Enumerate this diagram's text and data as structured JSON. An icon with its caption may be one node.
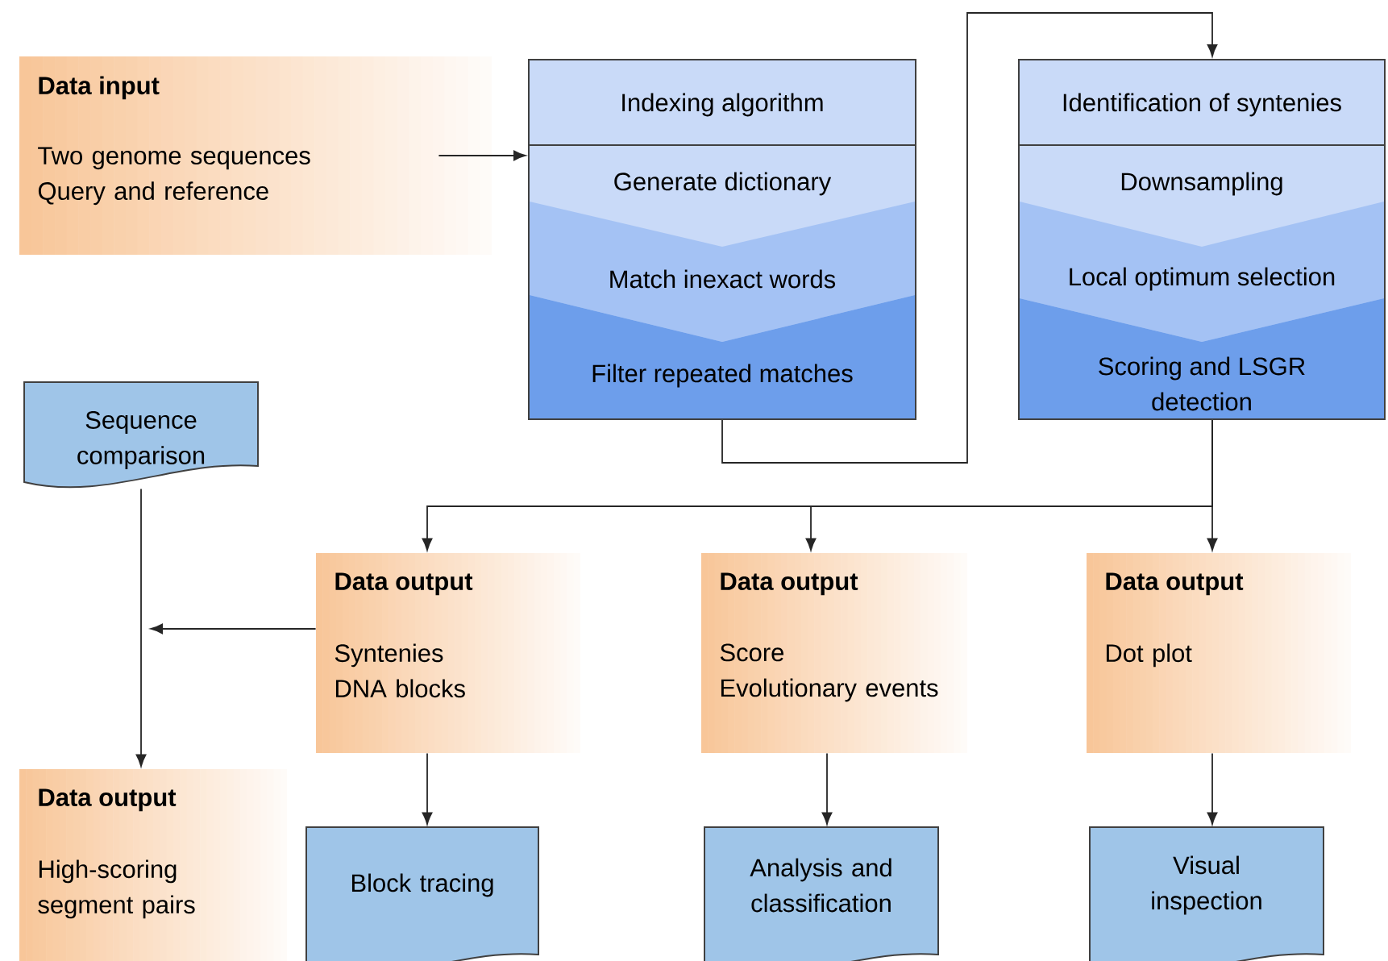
{
  "diagram": {
    "nodes": [
      {
        "text": [
          "Data input",
          "Two genome sequences",
          "Query and reference"
        ]
      },
      {
        "text": [
          "Indexing algorithm"
        ]
      },
      {
        "text": [
          "Generate dictionary"
        ],
        "in": 1
      },
      {
        "text": [
          "Match inexact words"
        ],
        "in": 1
      },
      {
        "text": [
          "Filter repeated matches"
        ],
        "in": 1
      },
      {
        "text": [
          "Identification of syntenies"
        ]
      },
      {
        "text": [
          "Downsampling"
        ],
        "in": 5
      },
      {
        "text": [
          "Local optimum selection"
        ],
        "in": 5
      },
      {
        "text": [
          "Scoring and LSGR detection"
        ],
        "in": 5
      },
      {
        "text": [
          "Sequence comparison"
        ]
      },
      {
        "text": [
          "Data output",
          "Syntenies",
          "DNA blocks"
        ]
      },
      {
        "text": [
          "Data output",
          "Score",
          "Evolutionary events"
        ]
      },
      {
        "text": [
          "Data output",
          "Dot plot"
        ]
      },
      {
        "text": [
          "Data output",
          "High-scoring segment pairs"
        ]
      },
      {
        "text": [
          "Block tracing"
        ]
      },
      {
        "text": [
          "Analysis and classification"
        ]
      },
      {
        "text": [
          "Visual inspection"
        ]
      }
    ],
    "edges": [
      {
        "from": 0,
        "to": 1,
        "arrow": "to"
      },
      {
        "from": 1,
        "to": 5,
        "arrow": "to"
      },
      {
        "from": 5,
        "to": 10,
        "arrow": "to"
      },
      {
        "from": 5,
        "to": 11,
        "arrow": "to"
      },
      {
        "from": 5,
        "to": 12,
        "arrow": "to"
      },
      {
        "from": 10,
        "to": null,
        "arrow": "to"
      },
      {
        "from": 9,
        "to": 13,
        "arrow": "to"
      },
      {
        "from": 10,
        "to": 14,
        "arrow": "to"
      },
      {
        "from": 11,
        "to": 15,
        "arrow": "to"
      },
      {
        "from": 12,
        "to": 16,
        "arrow": "to"
      }
    ]
  }
}
